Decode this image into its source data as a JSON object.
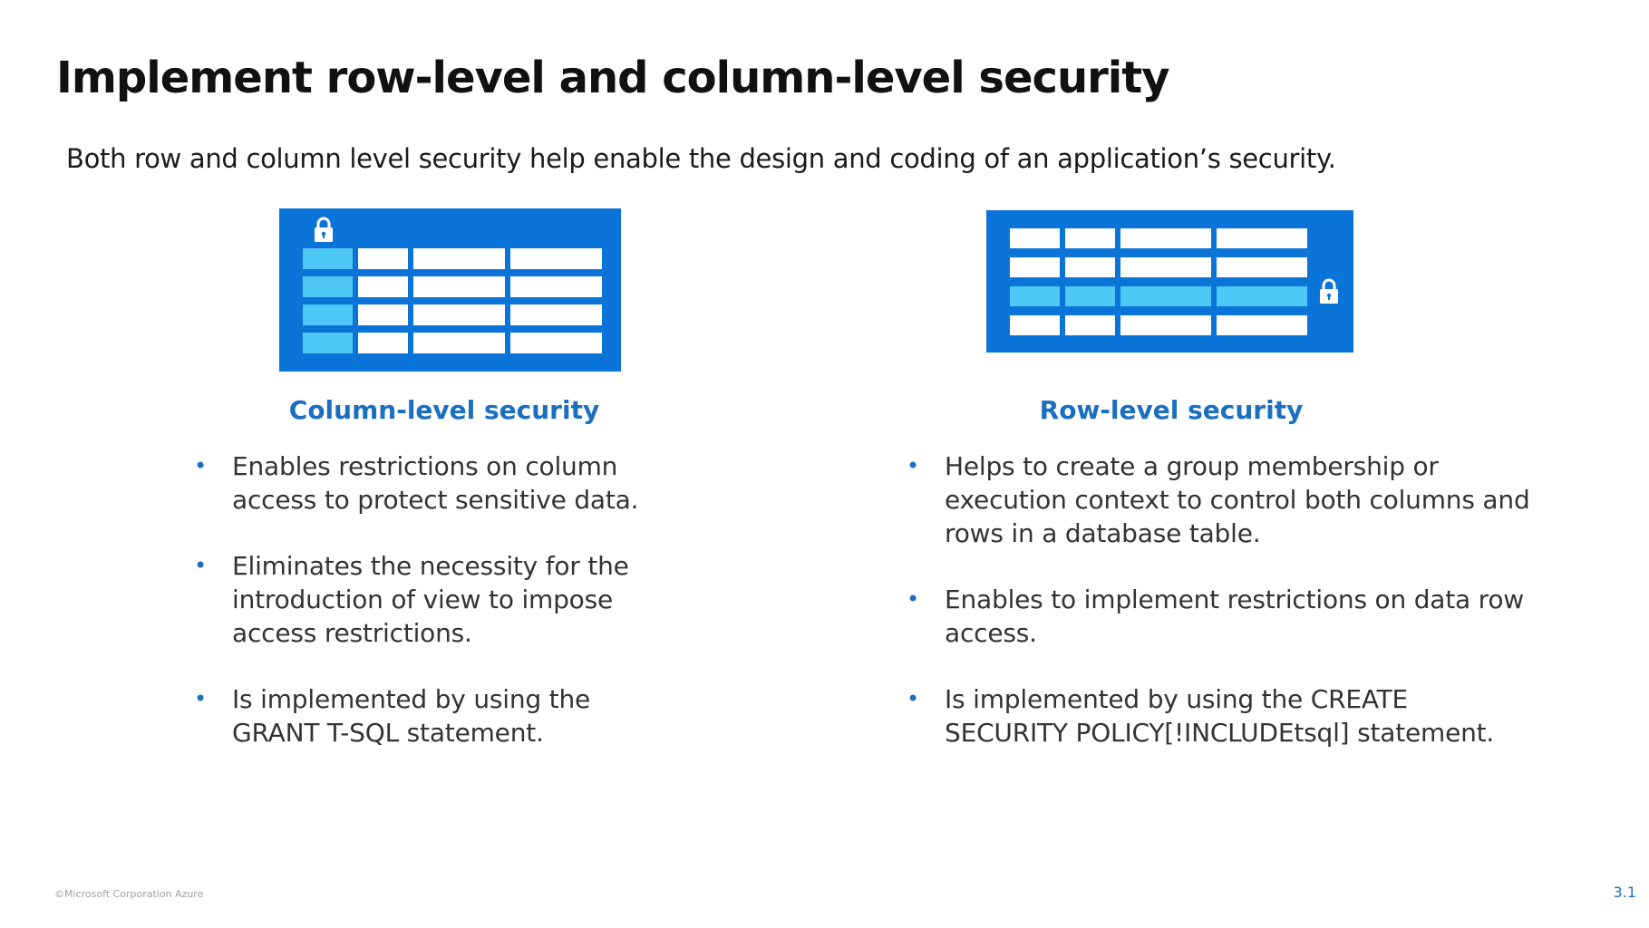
{
  "slide": {
    "title": "Implement row-level and column-level security",
    "subtitle": "Both row and column level security help enable the design and coding of an application’s security.",
    "footer": "©Microsoft Corporation Azure",
    "page_number": "3.1"
  },
  "colors": {
    "accent": "#1a6fc0",
    "table_blue": "#0a74d9",
    "highlight": "#4fc8f5"
  },
  "column_section": {
    "heading": "Column-level security",
    "icon": "lock-icon",
    "bullets": [
      "Enables restrictions on column access to protect sensitive data.",
      "Eliminates the necessity for the introduction of view to impose access restrictions.",
      "Is implemented by using the GRANT T-SQL statement."
    ]
  },
  "row_section": {
    "heading": "Row-level security",
    "icon": "lock-icon",
    "bullets": [
      "Helps to create a group membership or execution context to control both columns and rows in a database table.",
      "Enables to implement restrictions on data row access.",
      "Is implemented by using the CREATE SECURITY POLICY[!INCLUDEtsql] statement."
    ]
  }
}
